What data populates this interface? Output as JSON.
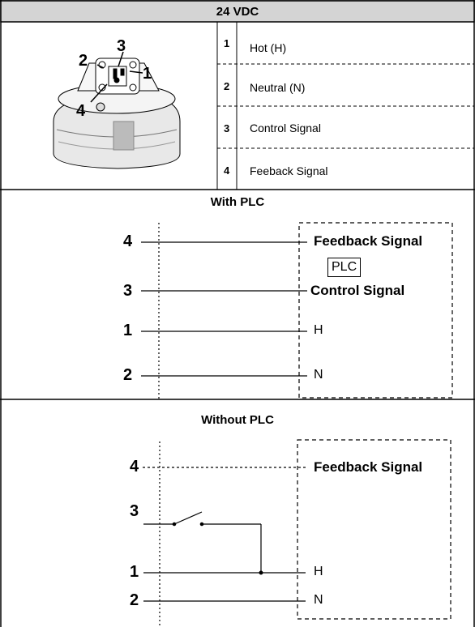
{
  "header": {
    "title": "24 VDC"
  },
  "connector": {
    "image_labels": [
      "1",
      "2",
      "3",
      "4"
    ],
    "pins": [
      {
        "num": "1",
        "label": "Hot (H)"
      },
      {
        "num": "2",
        "label": "Neutral (N)"
      },
      {
        "num": "3",
        "label": "Control Signal"
      },
      {
        "num": "4",
        "label": "Feeback Signal"
      }
    ]
  },
  "with_plc": {
    "title": "With PLC",
    "pins": [
      "4",
      "3",
      "1",
      "2"
    ],
    "feedback": "Feedback Signal",
    "plc": "PLC",
    "control": "Control Signal",
    "h": "H",
    "n": "N"
  },
  "without_plc": {
    "title": "Without PLC",
    "pins": [
      "4",
      "3",
      "1",
      "2"
    ],
    "feedback": "Feedback Signal",
    "h": "H",
    "n": "N"
  }
}
